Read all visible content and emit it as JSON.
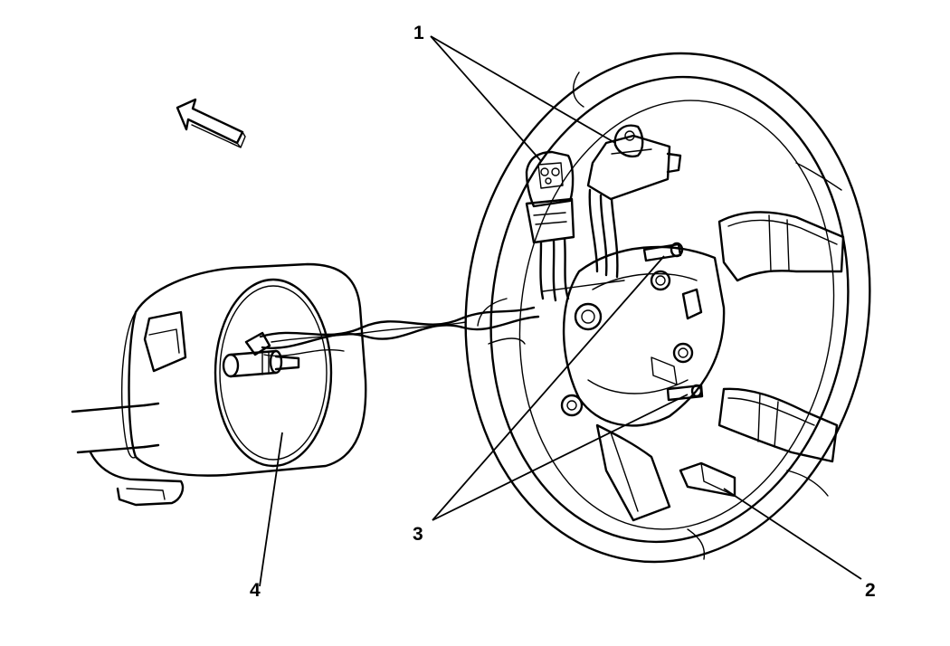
{
  "callouts": [
    {
      "id": "1",
      "label": "1"
    },
    {
      "id": "2",
      "label": "2"
    },
    {
      "id": "3",
      "label": "3"
    },
    {
      "id": "4",
      "label": "4"
    }
  ],
  "icons": [
    "direction-arrow-icon"
  ],
  "colors": {
    "ink": "#000000",
    "paper": "#ffffff"
  }
}
